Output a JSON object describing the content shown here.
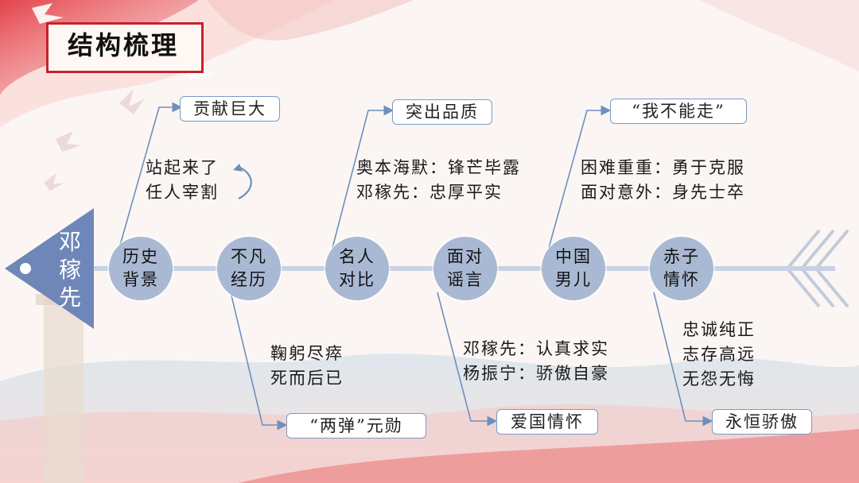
{
  "title": "结构梳理",
  "head": [
    "邓",
    "稼",
    "先"
  ],
  "nodes": [
    {
      "l1": "历史",
      "l2": "背景"
    },
    {
      "l1": "不凡",
      "l2": "经历"
    },
    {
      "l1": "名人",
      "l2": "对比"
    },
    {
      "l1": "面对",
      "l2": "谣言"
    },
    {
      "l1": "中国",
      "l2": "男儿"
    },
    {
      "l1": "赤子",
      "l2": "情怀"
    }
  ],
  "top_pills": [
    "贡献巨大",
    "突出品质",
    "“我不能走”"
  ],
  "bottom_pills": [
    "“两弹”元勋",
    "爱国情怀",
    "永恒骄傲"
  ],
  "top_labels": [
    [
      "站起来了",
      "任人宰割"
    ],
    [
      "奥本海默：锋芒毕露",
      "邓稼先：忠厚平实"
    ],
    [
      "困难重重：勇于克服",
      "面对意外：身先士卒"
    ]
  ],
  "bottom_labels": [
    [
      "鞠躬尽瘁",
      "死而后已"
    ],
    [
      "邓稼先：认真求实",
      "杨振宁：骄傲自豪"
    ],
    [
      "忠诚纯正",
      "志存高远",
      "无怨无悔"
    ]
  ],
  "colors": {
    "accent": "#c8202a",
    "node": "#a9b9d3",
    "line": "#6f8fbd",
    "spine": "#c9d2e3"
  }
}
